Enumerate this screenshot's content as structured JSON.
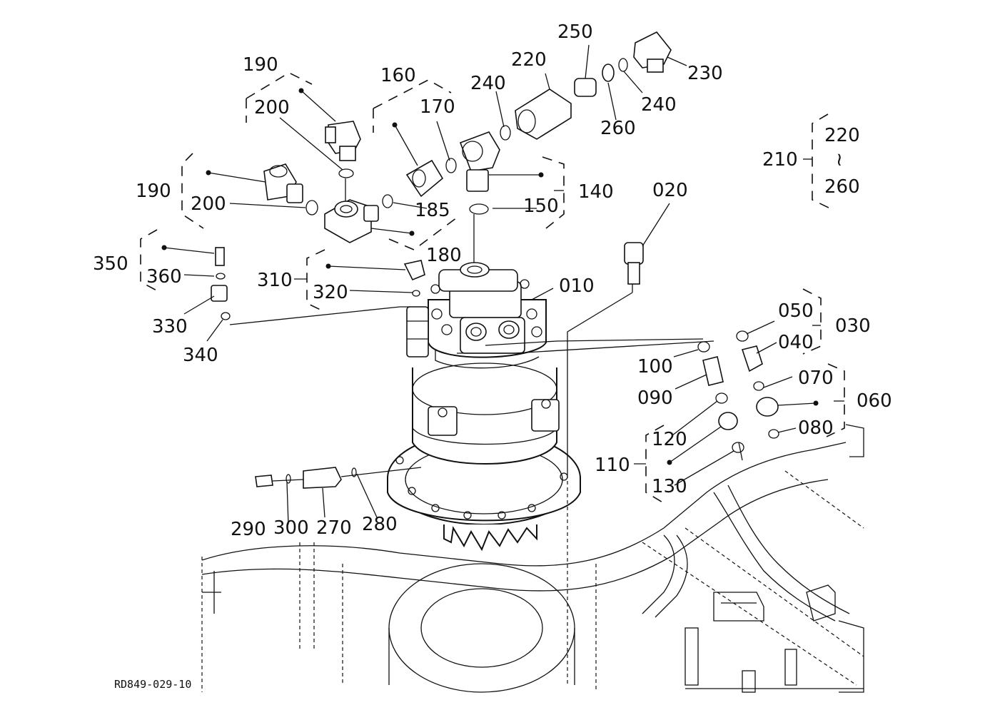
{
  "drawing_code": "RD849-029-10",
  "range_symbol": "≀",
  "labels": [
    {
      "id": "l190a",
      "text": "190"
    },
    {
      "id": "l200a",
      "text": "200"
    },
    {
      "id": "l160",
      "text": "160"
    },
    {
      "id": "l170",
      "text": "170"
    },
    {
      "id": "l240a",
      "text": "240"
    },
    {
      "id": "l220",
      "text": "220"
    },
    {
      "id": "l250",
      "text": "250"
    },
    {
      "id": "l230",
      "text": "230"
    },
    {
      "id": "l240b",
      "text": "240"
    },
    {
      "id": "l260",
      "text": "260"
    },
    {
      "id": "l210",
      "text": "210"
    },
    {
      "id": "l210a",
      "text": "220"
    },
    {
      "id": "l210b",
      "text": "260"
    },
    {
      "id": "l190b",
      "text": "190"
    },
    {
      "id": "l200b",
      "text": "200"
    },
    {
      "id": "l185",
      "text": "185"
    },
    {
      "id": "l150",
      "text": "150"
    },
    {
      "id": "l140",
      "text": "140"
    },
    {
      "id": "l020",
      "text": "020"
    },
    {
      "id": "l180",
      "text": "180"
    },
    {
      "id": "l350",
      "text": "350"
    },
    {
      "id": "l360",
      "text": "360"
    },
    {
      "id": "l310",
      "text": "310"
    },
    {
      "id": "l320",
      "text": "320"
    },
    {
      "id": "l010",
      "text": "010"
    },
    {
      "id": "l050",
      "text": "050"
    },
    {
      "id": "l030",
      "text": "030"
    },
    {
      "id": "l040",
      "text": "040"
    },
    {
      "id": "l330",
      "text": "330"
    },
    {
      "id": "l100",
      "text": "100"
    },
    {
      "id": "l340",
      "text": "340"
    },
    {
      "id": "l070",
      "text": "070"
    },
    {
      "id": "l090",
      "text": "090"
    },
    {
      "id": "l060",
      "text": "060"
    },
    {
      "id": "l080",
      "text": "080"
    },
    {
      "id": "l120",
      "text": "120"
    },
    {
      "id": "l110",
      "text": "110"
    },
    {
      "id": "l130",
      "text": "130"
    },
    {
      "id": "l290",
      "text": "290"
    },
    {
      "id": "l300",
      "text": "300"
    },
    {
      "id": "l270",
      "text": "270"
    },
    {
      "id": "l280",
      "text": "280"
    }
  ]
}
